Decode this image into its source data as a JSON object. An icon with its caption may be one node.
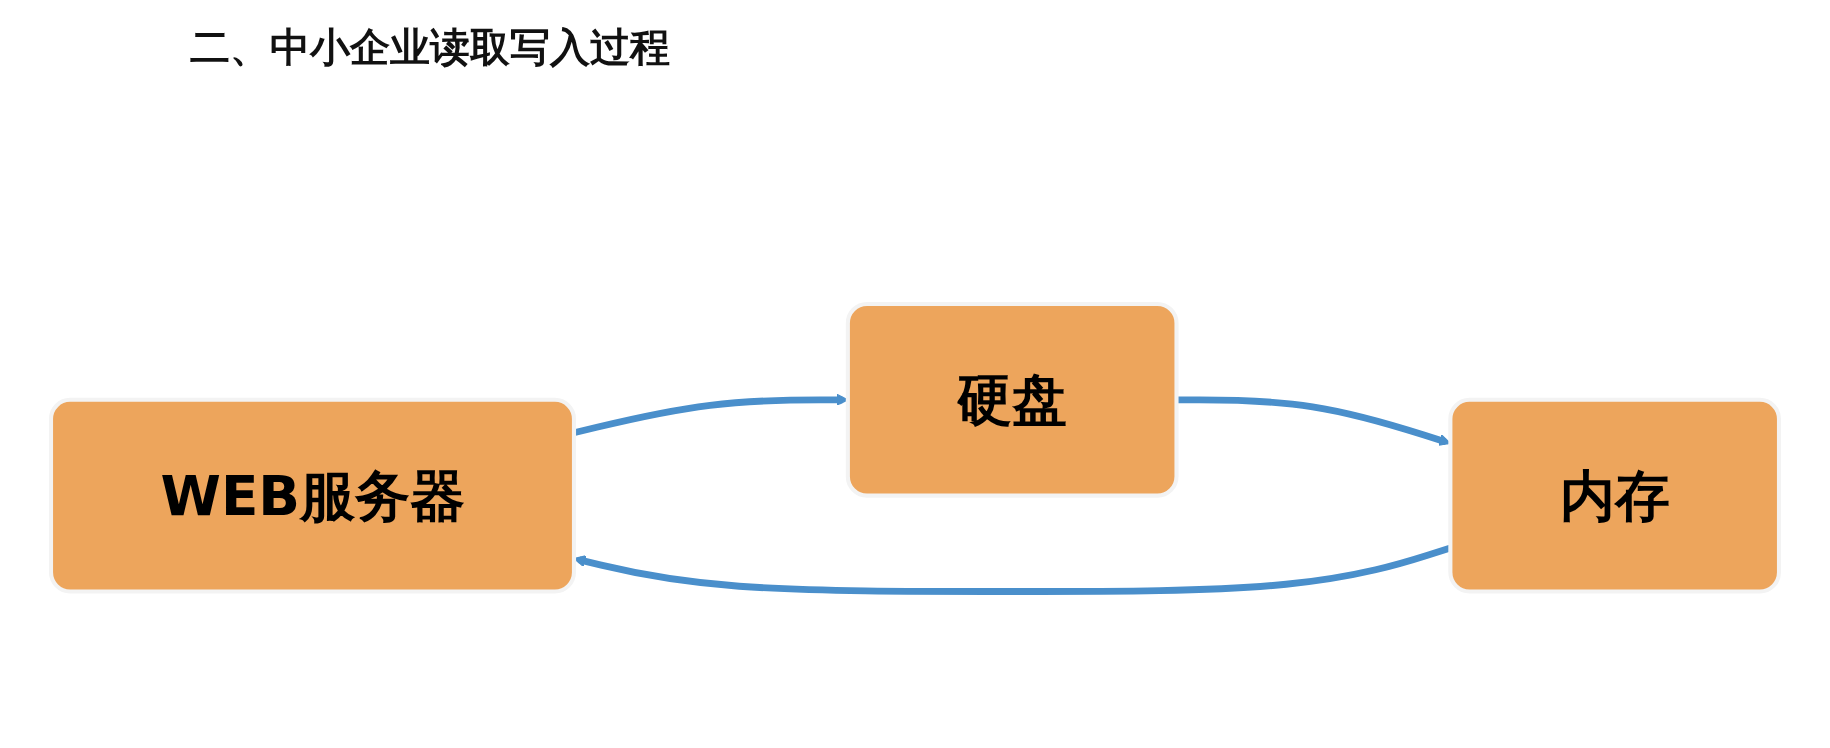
{
  "diagram": {
    "title": "二、中小企业读取写入过程",
    "nodes": [
      {
        "text": [
          "WEB服务器"
        ]
      },
      {
        "text": [
          "硬盘"
        ]
      },
      {
        "text": [
          "内存"
        ]
      }
    ],
    "edges": [
      {
        "from": 0,
        "to": 1,
        "arrow": "to"
      },
      {
        "from": 1,
        "to": 2,
        "arrow": "to"
      },
      {
        "from": 2,
        "to": 0,
        "arrow": "to"
      }
    ]
  }
}
